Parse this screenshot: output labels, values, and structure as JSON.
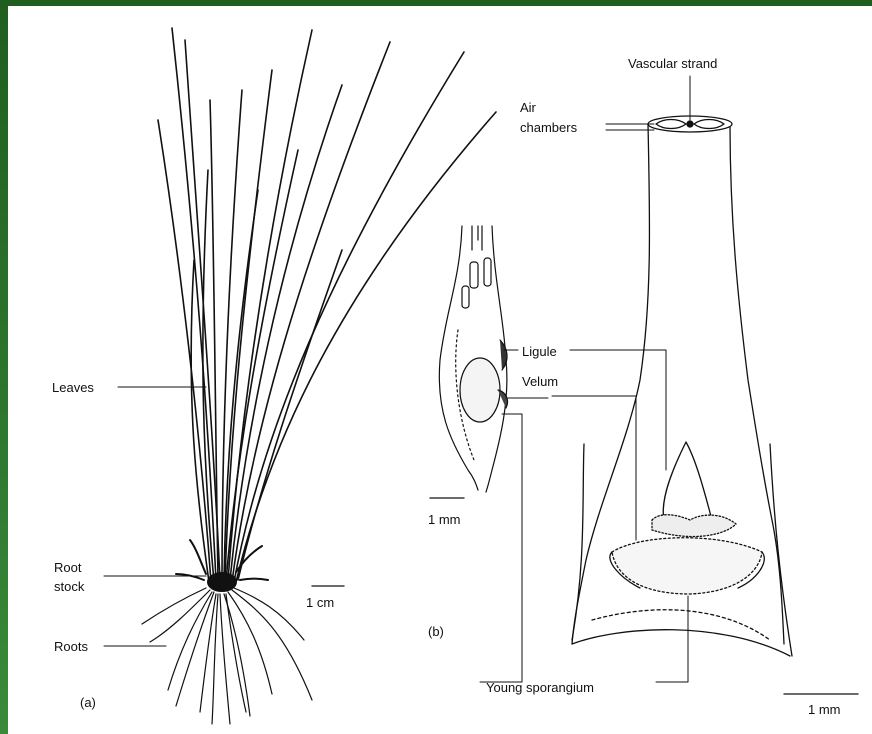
{
  "figure": {
    "panel_a": {
      "panel_label": "(a)",
      "labels": {
        "leaves": "Leaves",
        "root_stock_line1": "Root",
        "root_stock_line2": "stock",
        "roots": "Roots"
      },
      "scale_bar": "1 cm"
    },
    "panel_b": {
      "panel_label": "(b)",
      "labels": {
        "vascular_strand": "Vascular strand",
        "air_chambers_line1": "Air",
        "air_chambers_line2": "chambers",
        "ligule": "Ligule",
        "velum": "Velum",
        "young_sporangium": "Young sporangium"
      },
      "scale_bar_section": "1 mm",
      "scale_bar_leaf": "1 mm"
    }
  }
}
